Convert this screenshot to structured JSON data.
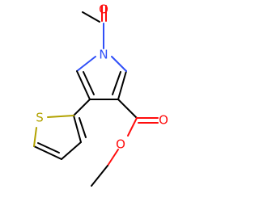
{
  "molecule": {
    "atoms": {
      "o_acetyl": {
        "label": "O",
        "color": "#ff0d0d"
      },
      "n_ring": {
        "label": "N",
        "color": "#3050f8"
      },
      "s_thiophene": {
        "label": "S",
        "color": "#b2a200"
      },
      "o_carbonyl": {
        "label": "O",
        "color": "#ff0d0d"
      },
      "o_ester": {
        "label": "O",
        "color": "#ff0d0d"
      }
    }
  }
}
